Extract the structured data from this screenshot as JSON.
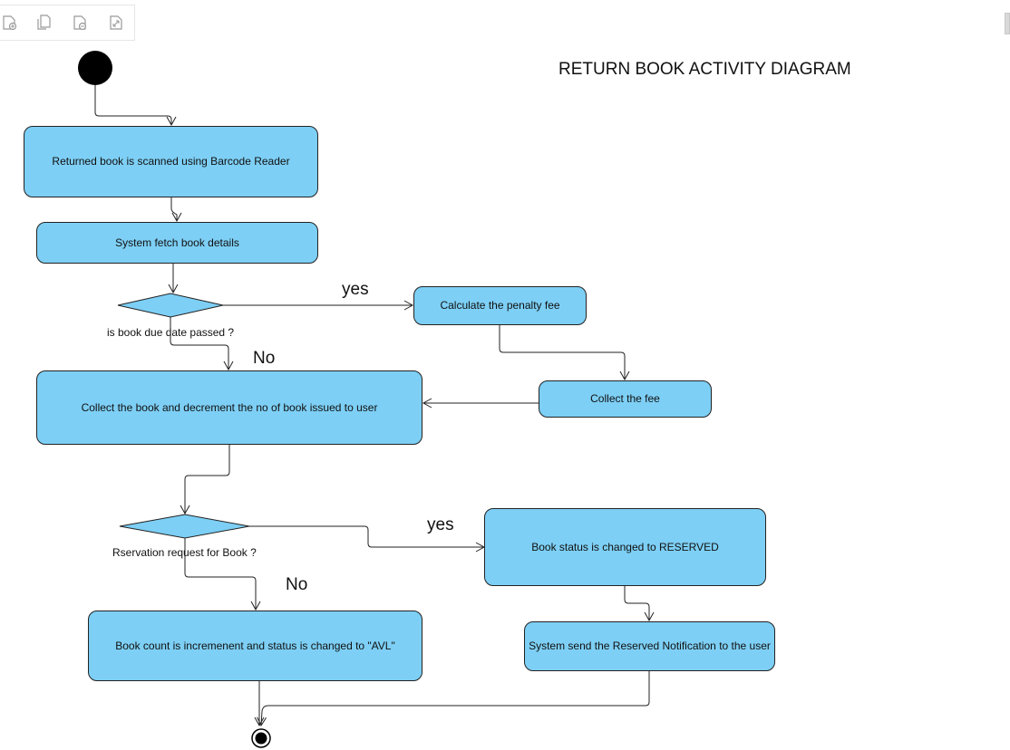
{
  "diagram": {
    "title": "RETURN BOOK ACTIVITY DIAGRAM",
    "nodes": {
      "scan": "Returned book is scanned using Barcode Reader",
      "fetch": "System fetch book details",
      "penalty": "Calculate the penalty fee",
      "collect_fee": "Collect the fee",
      "collect_book": "Collect the book  and decrement the no of  book issued to user",
      "reserved": "Book status is changed to RESERVED",
      "increment": "Book count is incremenent and status is changed to \"AVL\"",
      "notify": "System send the Reserved Notification to the user"
    },
    "decisions": {
      "due_date": "is book due date passed ?",
      "reservation": "Rservation request for Book ?"
    },
    "edge_labels": {
      "due_yes": "yes",
      "due_no": "No",
      "res_yes": "yes",
      "res_no": "No"
    },
    "colors": {
      "node_fill": "#7dcff5",
      "stroke": "#222222"
    }
  },
  "toolbar": {
    "icons": [
      "new-page-icon",
      "copy-page-icon",
      "remove-page-icon",
      "resize-page-icon"
    ]
  }
}
